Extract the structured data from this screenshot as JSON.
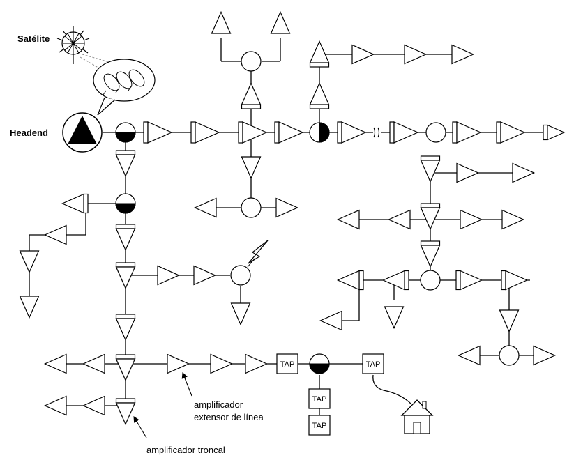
{
  "labels": {
    "satellite": "Satélite",
    "headend": "Headend",
    "line_extender": [
      "amplificador",
      "extensor de línea"
    ],
    "trunk_amplifier": "amplificador troncal"
  },
  "tap_label": "TAP",
  "colors": {
    "stroke": "#000000",
    "fill": "#ffffff",
    "dark": "#000000"
  }
}
